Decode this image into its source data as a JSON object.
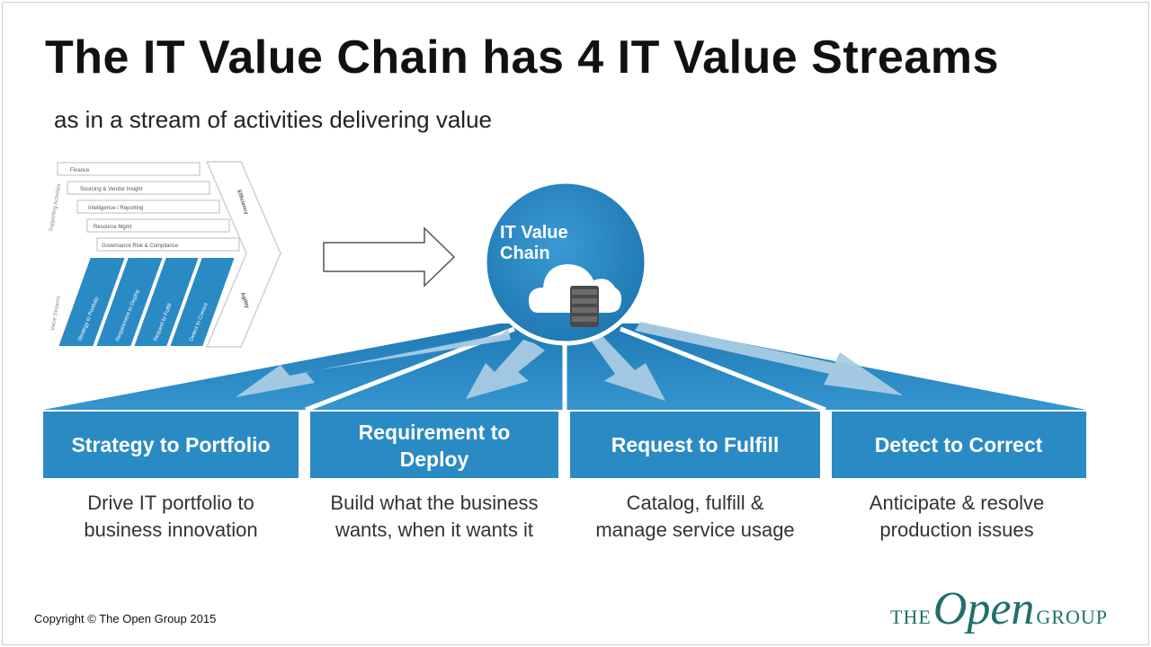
{
  "slide": {
    "title": "The IT Value Chain has 4 IT Value Streams",
    "subtitle": "as in a stream of activities delivering value"
  },
  "thumbnail": {
    "support_rows": [
      "Finance",
      "Sourcing & Vendor Insight",
      "Intelligence / Reporting",
      "Resource Mgmt",
      "Governance Risk & Compliance"
    ],
    "side_label_top": "Supporting Activities",
    "side_label_bottom": "Value Streams",
    "stream_cols": [
      "Strategy to Portfolio",
      "Requirement to Deploy",
      "Request to Fulfill",
      "Detect to Correct"
    ],
    "right_labels": [
      "Efficiency",
      "Agility"
    ]
  },
  "hub": {
    "label_line1": "IT Value",
    "label_line2": "Chain"
  },
  "streams": [
    {
      "title_line1": "Strategy to Portfolio",
      "title_line2": "",
      "desc_line1": "Drive IT portfolio to",
      "desc_line2": "business innovation"
    },
    {
      "title_line1": "Requirement to",
      "title_line2": "Deploy",
      "desc_line1": "Build what the business",
      "desc_line2": "wants, when it wants it"
    },
    {
      "title_line1": "Request to Fulfill",
      "title_line2": "",
      "desc_line1": "Catalog, fulfill &",
      "desc_line2": "manage service usage"
    },
    {
      "title_line1": "Detect to Correct",
      "title_line2": "",
      "desc_line1": "Anticipate & resolve",
      "desc_line2": "production issues"
    }
  ],
  "footer": {
    "copyright": "Copyright © The Open Group 2015",
    "logo_the": "THE",
    "logo_open": "Open",
    "logo_group": "GROUP"
  },
  "colors": {
    "primary_blue": "#2a8ac4",
    "dark_blue": "#1c6fa3",
    "light_arrow": "#a9cbe4",
    "logo_teal": "#1f6f6b"
  }
}
